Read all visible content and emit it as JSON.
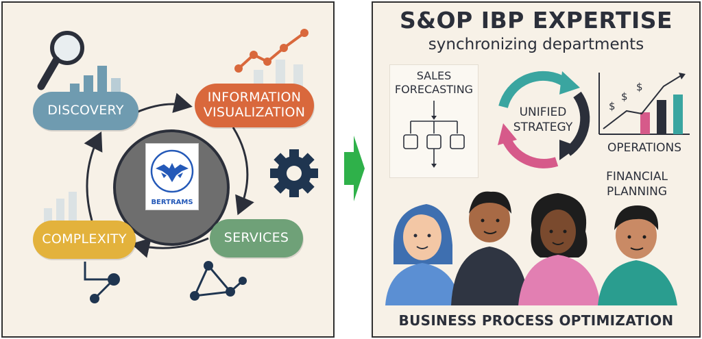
{
  "left": {
    "logo_text": "BERTRAMS",
    "nodes": {
      "discovery": "DISCOVERY",
      "info_line1": "INFORMATION",
      "info_line2": "VISUALIZATION",
      "services": "SERVICES",
      "complexity": "COMPLEXITY"
    }
  },
  "right": {
    "title": "S&OP IBP EXPERTISE",
    "subtitle": "synchronizing departments",
    "sales_line1": "SALES",
    "sales_line2": "FORECASTING",
    "unified_line1": "UNIFIED",
    "unified_line2": "STRATEGY",
    "operations": "OPERATIONS",
    "fin_line1": "FINANCIAL",
    "fin_line2": "PLANNING",
    "footer": "BUSINESS PROCESS OPTIMIZATION"
  },
  "colors": {
    "panel_bg": "#f7f1e7",
    "discovery": "#6f9bb0",
    "information_visualization": "#d9683c",
    "services": "#6fa178",
    "complexity": "#e3b23c",
    "center_circle": "#6e6e6e",
    "arrow_green": "#2fb14a",
    "teal": "#3aa5a0",
    "pink": "#d65a8a",
    "navy": "#2b2f3a"
  },
  "icons": [
    "magnifier-icon",
    "gear-icon",
    "bar-chart-icon",
    "trend-line-icon",
    "network-icon",
    "eagle-logo-icon",
    "cycle-arrows-icon",
    "flowchart-icon",
    "dollar-chart-icon",
    "arrow-right-icon"
  ]
}
